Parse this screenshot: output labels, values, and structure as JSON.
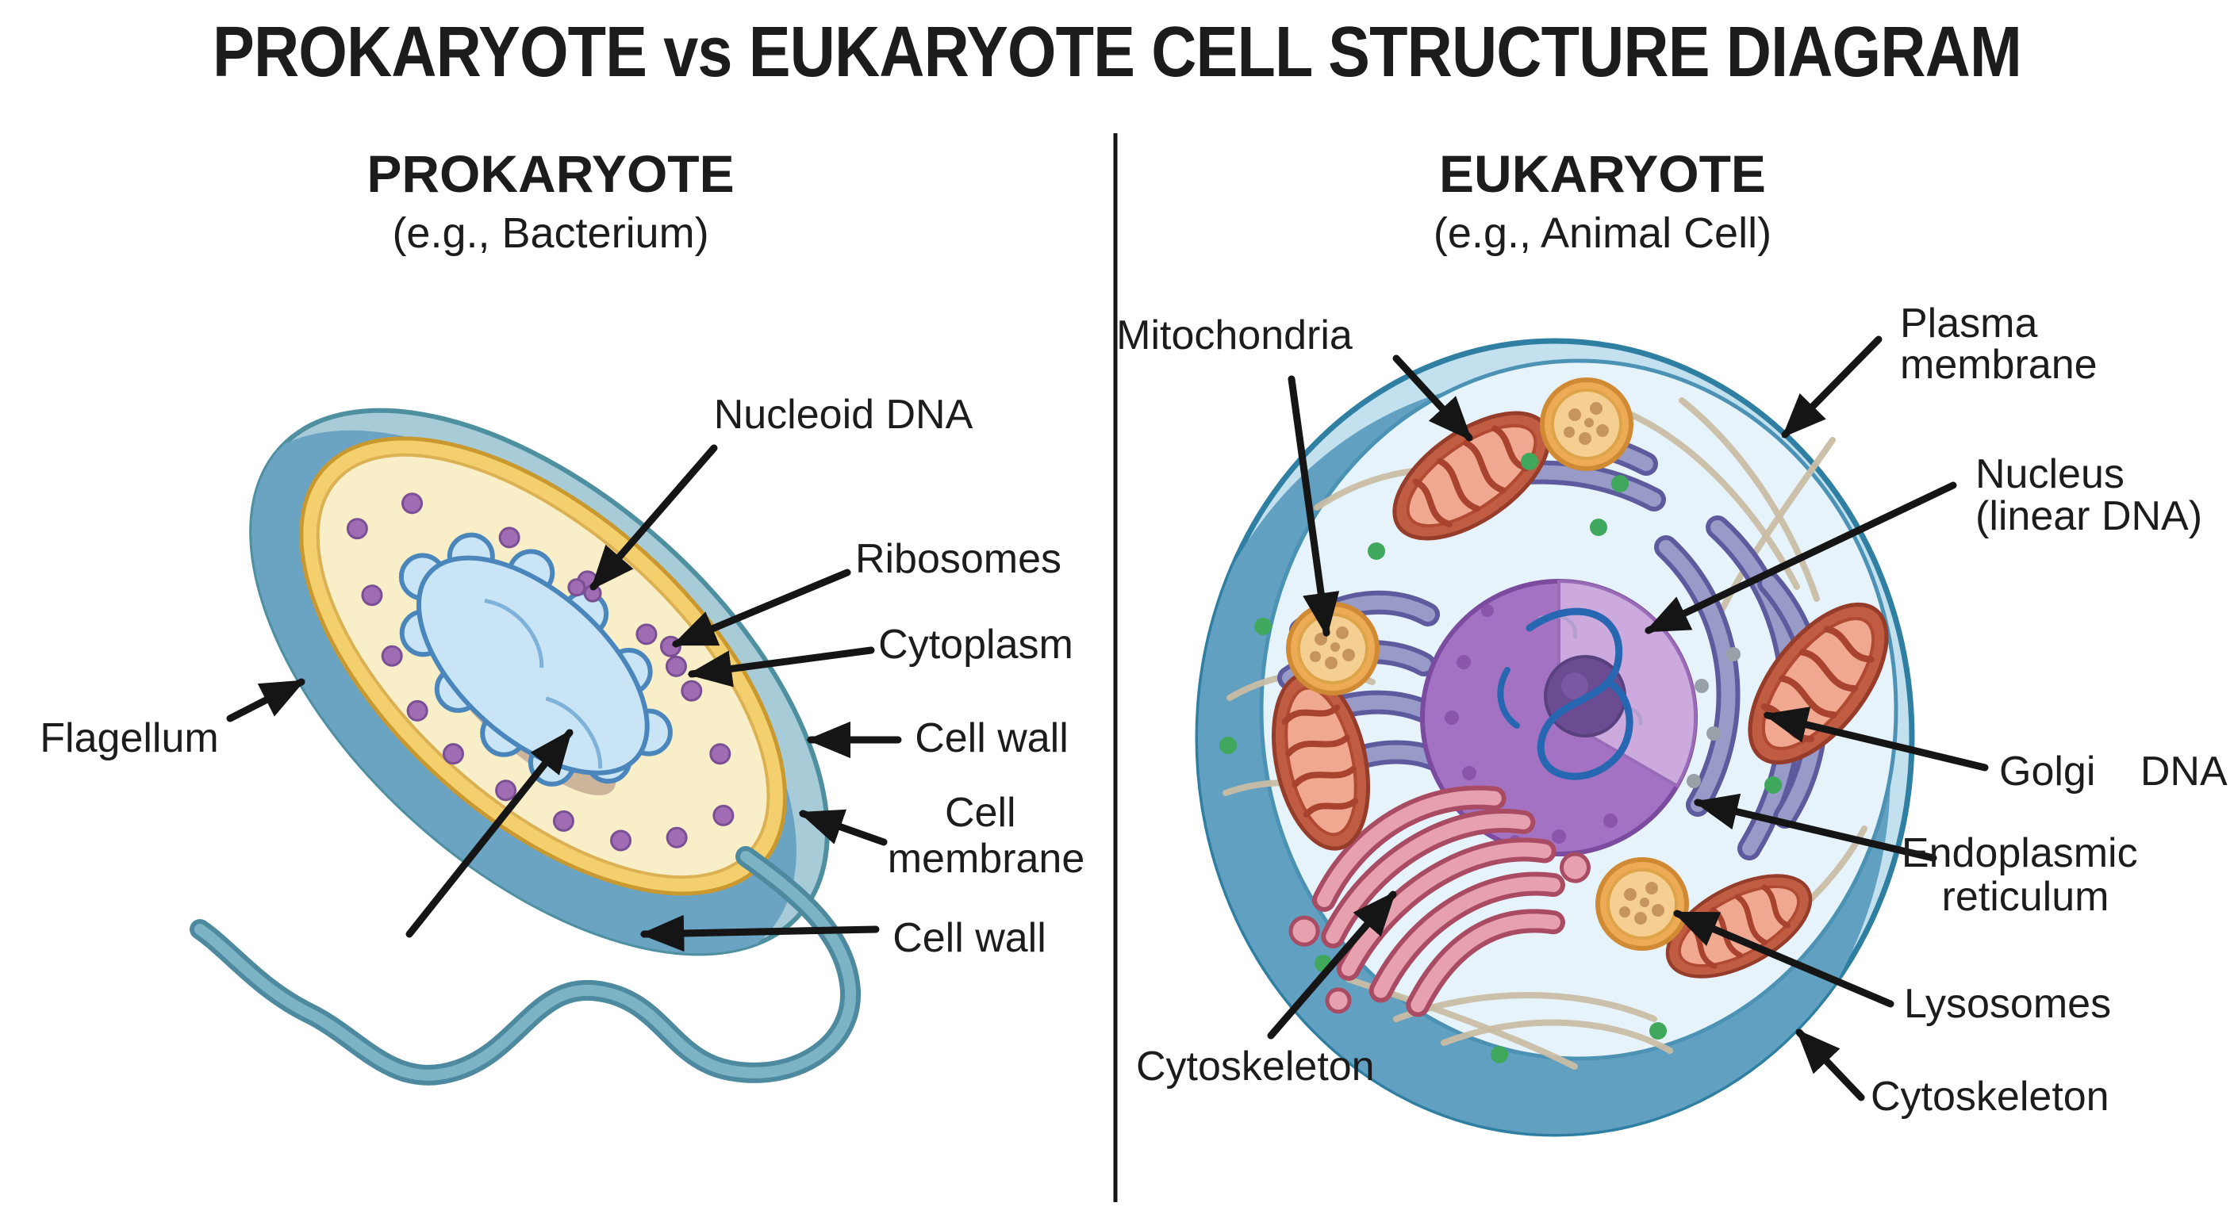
{
  "title": "PROKARYOTE vs EUKARYOTE CELL STRUCTURE DIAGRAM",
  "prokaryote": {
    "heading": "PROKARYOTE",
    "subheading": "(e.g., Bacterium)",
    "labels": {
      "nucleoid_dna": "Nucleoid DNA",
      "ribosomes": "Ribosomes",
      "cytoplasm": "Cytoplasm",
      "cell_wall_upper": "Cell wall",
      "cell_membrane": [
        "Cell",
        "membrane"
      ],
      "cell_wall_lower": "Cell wall",
      "flagellum": "Flagellum"
    }
  },
  "eukaryote": {
    "heading": "EUKARYOTE",
    "subheading": "(e.g., Animal Cell)",
    "labels": {
      "mitochondria": "Mitochondria",
      "plasma_membrane": [
        "Plasma",
        "membrane"
      ],
      "nucleus": [
        "Nucleus",
        "(linear DNA)"
      ],
      "golgi_dna": [
        "Golgi",
        "DNA"
      ],
      "endoplasmic_reticulum": [
        "Endoplasmic",
        "reticulum"
      ],
      "lysosomes": "Lysosomes",
      "cytoskeleton_left": "Cytoskeleton",
      "cytoskeleton_right": "Cytoskeleton"
    }
  },
  "palette": {
    "background": "#ffffff",
    "text": "#1c1c1c",
    "arrow_black": "#151515",
    "prokaryote_wall_teal": "#a8ccd7",
    "prokaryote_wall_shade": "#6ba3c3",
    "prokaryote_wall_outline": "#4e8fa0",
    "prokaryote_periplasm_yellow": "#f3cf6d",
    "prokaryote_cytoplasm_cream": "#f8efc8",
    "nucleoid_blue": "#c9e5f5",
    "nucleoid_outline": "#4a86bb",
    "ribosome_purple": "#a06cb4",
    "flagellum_teal": "#5f9cb4",
    "eukaryote_membrane_blue": "#2f7fa3",
    "eukaryote_rim_shade": "#62a0c2",
    "eukaryote_cytoplasm": "#e7f3fa",
    "nucleus_purple": "#a472c2",
    "nucleolus_purple": "#6b4b92",
    "dna_blue": "#2766b0",
    "er_slate": "#5d5a9e",
    "golgi_pink": "#e6a0ae",
    "golgi_outline": "#a94b62",
    "mitochondria_red": "#c05c42",
    "mitochondria_inner": "#f0a890",
    "lysosome_orange": "#edab55",
    "cytoskeleton_tan": "#c9bda4",
    "vesicle_green": "#3fa85c"
  }
}
